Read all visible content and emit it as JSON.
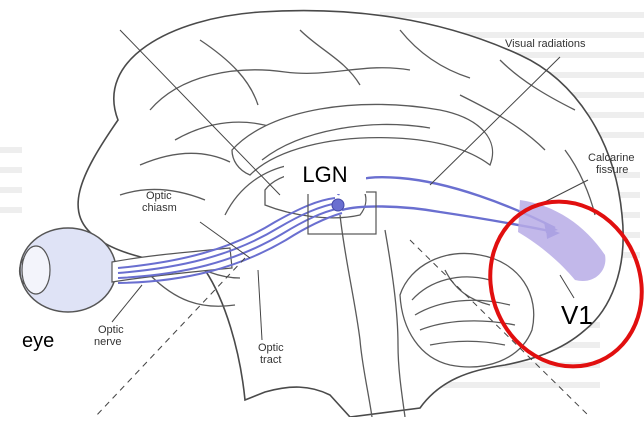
{
  "labels": {
    "visual_radiations": "Visual radiations",
    "calcarine_fissure": [
      "Calcarine",
      "fissure"
    ],
    "optic_chiasm": [
      "Optic",
      "chiasm"
    ],
    "optic_nerve": [
      "Optic",
      "nerve"
    ],
    "optic_tract": [
      "Optic",
      "tract"
    ],
    "lgn": "LGN",
    "v1": "V1",
    "eye": "eye"
  },
  "colors": {
    "pathway": "#6a6fd0",
    "v1_fill": "#b7abe6",
    "highlight_ellipse": "#e10f0f",
    "eye_fill": "#dfe3f6"
  }
}
